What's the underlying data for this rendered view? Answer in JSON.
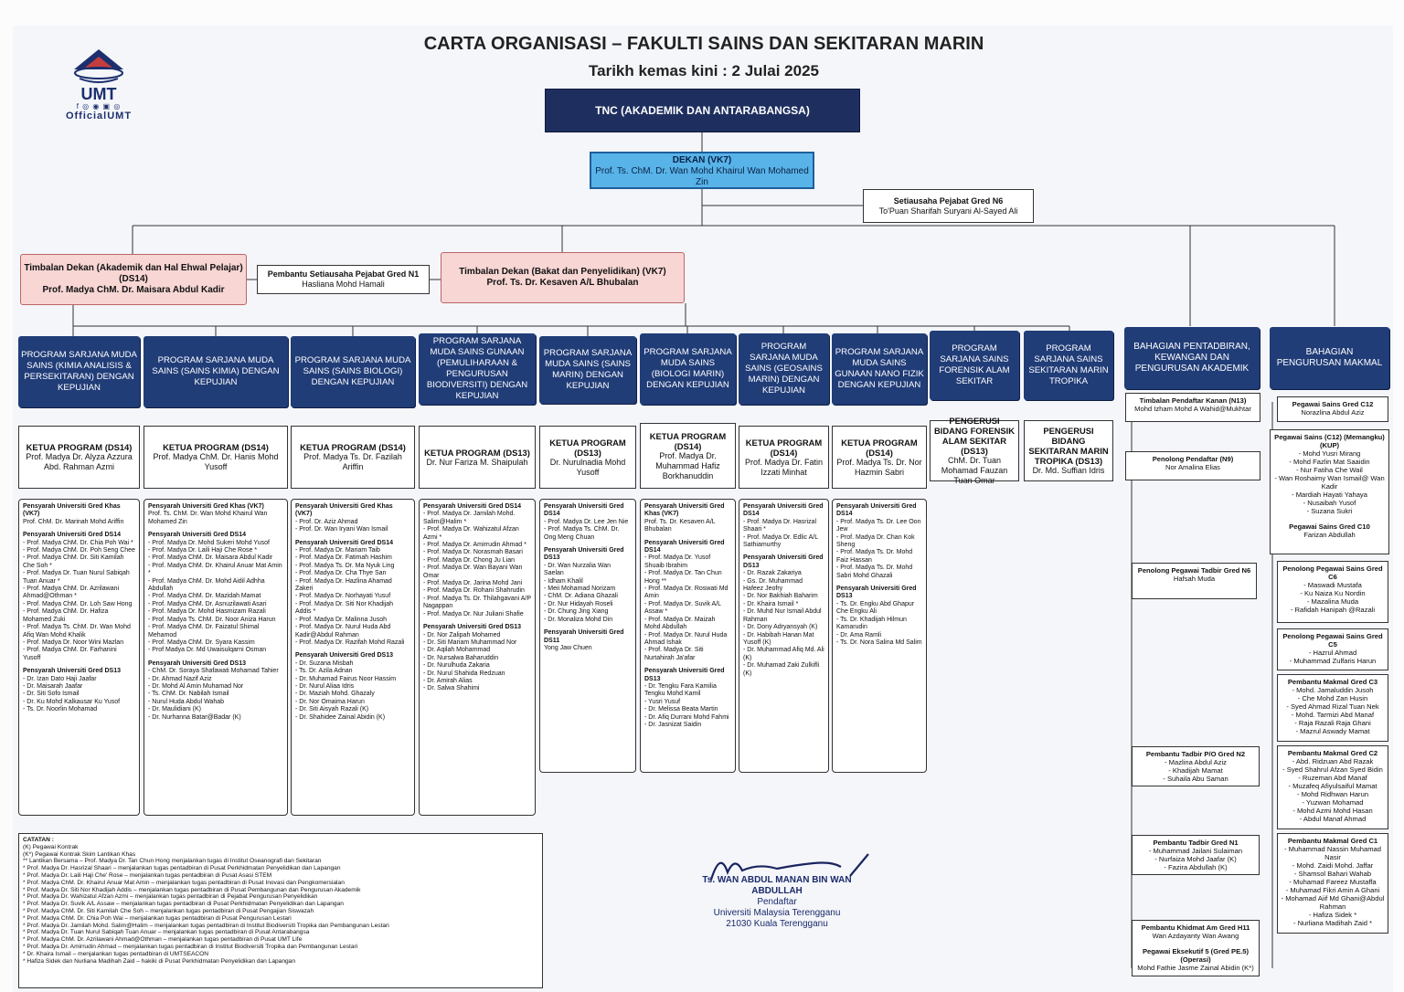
{
  "header": {
    "title": "CARTA ORGANISASI – FAKULTI SAINS DAN SEKITARAN MARIN",
    "date": "Tarikh kemas kini : 2 Julai 2025"
  },
  "logo": {
    "name": "UMT",
    "handle": "OfficialUMT",
    "icons": "f ◎ ◉ ▣ ◎"
  },
  "tnc": "TNC (AKADEMIK DAN ANTARABANGSA)",
  "dekan": {
    "title": "DEKAN (VK7)",
    "name": "Prof. Ts. ChM. Dr. Wan Mohd Khairul Wan Mohamed Zin"
  },
  "setiausaha": {
    "title": "Setiausaha Pejabat Gred N6",
    "name": "To'Puan Sharifah Suryani Al-Sayed Ali"
  },
  "td_akademik": {
    "title": "Timbalan Dekan (Akademik dan Hal Ehwal Pelajar) (DS14)",
    "name": "Prof. Madya ChM. Dr. Maisara Abdul Kadir"
  },
  "pembantu_setiausaha": {
    "title": "Pembantu Setiausaha Pejabat Gred N1",
    "name": "Hasliana Mohd Hamali"
  },
  "td_bakat": {
    "title": "Timbalan Dekan (Bakat dan Penyelidikan) (VK7)",
    "name": "Prof. Ts. Dr. Kesaven A/L Bhubalan"
  },
  "programs": [
    {
      "name": "PROGRAM SARJANA MUDA SAINS (KIMIA ANALISIS & PERSEKITARAN) DENGAN KEPUJIAN",
      "ketua": {
        "title": "KETUA PROGRAM (DS14)",
        "name": "Prof. Madya Dr. Alyza Azzura Abd. Rahman Azmi"
      },
      "staff": [
        {
          "h": "Pensyarah Universiti Gred Khas (VK7)",
          "items": [
            "Prof. ChM. Dr. Marinah Mohd Ariffin"
          ]
        },
        {
          "h": "Pensyarah Universiti Gred DS14",
          "items": [
            "- Prof. Madya ChM. Dr. Chia Poh Wai *",
            "- Prof. Madya ChM. Dr. Poh Seng Chee",
            "- Prof. Madya ChM. Dr. Siti Kamilah Che Soh *",
            "- Prof. Madya Dr. Tuan Nurul Sabiqah Tuan Anuar *",
            "- Prof. Madya ChM. Dr. Azrilawani Ahmad@Othman *",
            "- Prof. Madya ChM. Dr. Loh Saw Hong",
            "- Prof. Madya ChM. Dr. Hafiza Mohamed Zuki",
            "- Prof. Madya Ts. ChM. Dr. Wan Mohd Afiq Wan Mohd Khalik",
            "- Prof. Madya Dr. Noor Wini Mazlan",
            "- Prof. Madya ChM. Dr. Farhanini Yusoff"
          ]
        },
        {
          "h": "Pensyarah Universiti Gred DS13",
          "items": [
            "- Dr. Izan Dato Haji Jaafar",
            "- Dr. Maisarah Jaafar",
            "- Dr. Siti Sofo Ismail",
            "- Dr. Ku Mohd Kalkausar Ku Yusof",
            "- Ts. Dr. Noorlin Mohamad"
          ]
        }
      ]
    },
    {
      "name": "PROGRAM SARJANA MUDA SAINS (SAINS KIMIA) DENGAN KEPUJIAN",
      "ketua": {
        "title": "KETUA PROGRAM (DS14)",
        "name": "Prof. Madya ChM. Dr. Hanis Mohd Yusoff"
      },
      "staff": [
        {
          "h": "Pensyarah Universiti Gred Khas (VK7)",
          "items": [
            "Prof. Ts. ChM. Dr. Wan Mohd Khairul Wan Mohamed Zin"
          ]
        },
        {
          "h": "Pensyarah Universiti Gred DS14",
          "items": [
            "- Prof. Madya Dr. Mohd Sukeri Mohd Yusof",
            "- Prof. Madya Dr. Laili Haji Che Rose *",
            "- Prof. Madya ChM. Dr. Maisara Abdul Kadir",
            "- Prof. Madya ChM. Dr. Khairul Anuar Mat Amin *",
            "- Prof. Madya ChM. Dr. Mohd Aidil Adhha Abdullah",
            "- Prof. Madya ChM. Dr. Mazidah Mamat",
            "- Prof. Madya ChM. Dr. Asnuzilawati Asari",
            "- Prof. Madya Dr. Mohd Hasmizam Razali",
            "- Prof. Madya Ts. ChM. Dr. Noor Aniza Harun",
            "- Prof. Madya ChM. Dr. Faizatul Shimal Mehamod",
            "- Prof. Madya ChM. Dr. Syara Kassim",
            "- Prof Madya Dr. Md Uwaisulqarni Osman"
          ]
        },
        {
          "h": "Pensyarah Universiti Gred DS13",
          "items": [
            "- ChM. Dr. Soraya Shafawati Mohamad Tahier",
            "- Dr. Ahmad Nazif Aziz",
            "- Dr. Mohd Al Amin Muhamad Nor",
            "- Ts. ChM. Dr. Nabilah Ismail",
            "- Nurul Huda Abdul Wahab",
            "- Dr. Maulidiani (K)",
            "- Dr. Nurhanna Batar@Badar (K)"
          ]
        }
      ]
    },
    {
      "name": "PROGRAM SARJANA MUDA SAINS (SAINS BIOLOGI) DENGAN KEPUJIAN",
      "ketua": {
        "title": "KETUA PROGRAM (DS14)",
        "name": "Prof. Madya Ts. Dr. Fazilah Ariffin"
      },
      "staff": [
        {
          "h": "Pensyarah Universiti Gred Khas (VK7)",
          "items": [
            "- Prof. Dr. Aziz Ahmad",
            "- Prof. Dr. Wan Iryani Wan Ismail"
          ]
        },
        {
          "h": "Pensyarah Universiti Gred DS14",
          "items": [
            "- Prof. Madya Dr. Mariam Taib",
            "- Prof. Madya Dr. Fatimah Hashim",
            "- Prof. Madya Ts. Dr. Ma Nyuk Ling",
            "- Prof. Madya Dr. Cha Thye San",
            "- Prof. Madya Dr. Hazlina Ahamad Zakeri",
            "- Prof. Madya Dr. Norhayati Yusuf",
            "- Prof. Madya Dr. Siti Nor Khadijah Addis *",
            "- Prof. Madya Dr. Malinna Jusoh",
            "- Prof. Madya Dr. Nurul Huda Abd Kadir@Abdul Rahman",
            "- Prof. Madya Dr. Razifah Mohd Razali"
          ]
        },
        {
          "h": "Pensyarah Universiti Gred DS13",
          "items": [
            "- Dr. Suzana Misbah",
            "- Ts. Dr. Azila Adnan",
            "- Dr. Muhamad Fairus Noor Hassim",
            "- Dr. Nurul Aliaa Idris",
            "- Dr. Maziah Mohd. Ghazaly",
            "- Dr. Nor Omaima Harun",
            "- Dr. Siti Aisyah Razali (K)",
            "- Dr. Shahidee Zainal Abidin (K)"
          ]
        }
      ]
    },
    {
      "name": "PROGRAM SARJANA MUDA SAINS GUNAAN (PEMULIHARAAN & PENGURUSAN BIODIVERSITI) DENGAN KEPUJIAN",
      "ketua": {
        "title": "KETUA PROGRAM (DS13)",
        "name": "Dr. Nur Fariza M. Shaipulah"
      },
      "staff": [
        {
          "h": "Pensyarah Universiti Gred DS14",
          "items": [
            "- Prof. Madya Dr. Jamilah Mohd. Salim@Halim *",
            "- Prof. Madya Dr. Wahizatul Afzan Azmi *",
            "- Prof. Madya Dr. Amirrudin Ahmad *",
            "- Prof. Madya Dr. Norasmah Basari",
            "- Prof. Madya Dr. Chong Ju Lian",
            "- Prof. Madya Dr. Wan Bayani Wan Omar",
            "- Prof. Madya Dr. Jarina Mohd Jani",
            "- Prof. Madya Dr. Rohani Shahrudin",
            "- Prof. Madya Ts. Dr. Thilahgavani A/P Nagappan",
            "- Prof. Madya Dr. Nur Juliani Shafie"
          ]
        },
        {
          "h": "Pensyarah Universiti Gred DS13",
          "items": [
            "- Dr. Nor Zalipah Mohamed",
            "- Dr. Siti Mariam Muhammad Nor",
            "- Dr. Aqilah Mohammad",
            "- Dr. Nursalwa Baharuddin",
            "- Dr. Nurulhuda Zakaria",
            "- Dr. Nurul Shahida Redzuan",
            "- Dr. Amirah Alias",
            "- Dr. Salwa Shahimi"
          ]
        }
      ]
    },
    {
      "name": "PROGRAM SARJANA MUDA SAINS (SAINS MARIN) DENGAN KEPUJIAN",
      "ketua": {
        "title": "KETUA PROGRAM (DS13)",
        "name": "Dr. Nurulnadia Mohd Yusoff"
      },
      "staff": [
        {
          "h": "Pensyarah Universiti Gred DS14",
          "items": [
            "- Prof. Madya Dr. Lee Jen Nie",
            "- Prof. Madya Ts. ChM. Dr. Ong Meng Chuan"
          ]
        },
        {
          "h": "Pensyarah Universiti Gred DS13",
          "items": [
            "- Dr. Wan Nurzalia Wan Saelan",
            "- Idham Khalil",
            "- Meii Mohamad Norizam",
            "- ChM. Dr. Adiana Ghazali",
            "- Dr. Nur Hidayah Roseli",
            "- Dr. Chung Jing Xiang",
            "- Dr. Monaliza Mohd Din"
          ]
        },
        {
          "h": "Pensyarah Universiti Gred DS11",
          "items": [
            "Yong Jaw Chuen"
          ]
        }
      ]
    },
    {
      "name": "PROGRAM SARJANA MUDA SAINS (BIOLOGI MARIN) DENGAN KEPUJIAN",
      "ketua": {
        "title": "KETUA PROGRAM (DS14)",
        "name": "Prof. Madya Dr. Muhammad Hafiz Borkhanuddin"
      },
      "staff": [
        {
          "h": "Pensyarah Universiti Gred Khas (VK7)",
          "items": [
            "Prof. Ts. Dr. Kesaven A/L Bhubalan"
          ]
        },
        {
          "h": "Pensyarah Universiti Gred DS14",
          "items": [
            "- Prof. Madya Dr. Yusof Shuaib Ibrahim",
            "- Prof. Madya Dr. Tan Chun Hong **",
            "- Prof. Madya Dr. Roswati Md Amin",
            "- Prof. Madya Dr. Suvik A/L Assaw *",
            "- Prof. Madya Dr. Maizah Mohd Abdullah",
            "- Prof. Madya Dr. Nurul Huda Ahmad Ishak",
            "- Prof. Madya Dr. Siti Nurtahirah Ja'afar"
          ]
        },
        {
          "h": "Pensyarah Universiti Gred DS13",
          "items": [
            "- Dr. Tengku Fara Kamilia Tengku Mohd Kamil",
            "- Yusri Yusuf",
            "- Dr. Melissa Beata Martin",
            "- Dr. Afiq Durrani Mohd Fahmi",
            "- Dr. Jasnizat Saidin"
          ]
        }
      ]
    },
    {
      "name": "PROGRAM SARJANA MUDA SAINS (GEOSAINS MARIN) DENGAN KEPUJIAN",
      "ketua": {
        "title": "KETUA PROGRAM (DS14)",
        "name": "Prof. Madya Dr. Fatin Izzati Minhat"
      },
      "staff": [
        {
          "h": "Pensyarah Universiti Gred DS14",
          "items": [
            "- Prof. Madya Dr. Hasrizal Shaari *",
            "- Prof. Madya Dr. Edlic A/L Sathiamurthy"
          ]
        },
        {
          "h": "Pensyarah Universiti Gred DS13",
          "items": [
            "- Dr. Razak Zakariya",
            "- Gs. Dr. Muhammad Hafeez Jeofry",
            "- Dr. Nor Bakhiah Baharim",
            "- Dr. Khaira Ismail *",
            "- Dr. Muhd Nur Ismail Abdul Rahman",
            "- Dr. Dony Adryansyah (K)",
            "- Dr. Habibah Hanan Mat Yusoff (K)",
            "- Dr. Muhammad Afiq Md. Ali (K)",
            "- Dr. Muhamad Zaki Zulkifli (K)"
          ]
        }
      ]
    },
    {
      "name": "PROGRAM SARJANA MUDA SAINS GUNAAN NANO FIZIK DENGAN KEPUJIAN",
      "ketua": {
        "title": "KETUA PROGRAM (DS14)",
        "name": "Prof. Madya Ts. Dr. Nor Hazmin Sabri"
      },
      "staff": [
        {
          "h": "Pensyarah Universiti Gred DS14",
          "items": [
            "- Prof. Madya Ts. Dr. Lee Oon Jew",
            "- Prof. Madya Dr. Chan Kok Sheng",
            "- Prof. Madya Ts. Dr. Mohd Faiz Hassan",
            "- Prof. Madya Ts. Dr. Mohd Sabri Mohd Ghazali"
          ]
        },
        {
          "h": "Pensyarah Universiti Gred DS13",
          "items": [
            "- Ts. Dr. Engku Abd Ghapur Che Engku Ali",
            "- Ts. Dr. Khadijah Hilmun Kamarudin",
            "- Dr. Ama Ramli",
            "- Ts. Dr. Nora Salina Md Salim"
          ]
        }
      ]
    },
    {
      "name": "PROGRAM SARJANA SAINS FORENSIK ALAM SEKITAR",
      "ketua": {
        "title": "PENGERUSI BIDANG FORENSIK ALAM SEKITAR (DS13)",
        "name": "ChM. Dr. Tuan Mohamad Fauzan Tuan Omar"
      },
      "staff": []
    },
    {
      "name": "PROGRAM SARJANA SAINS SEKITARAN MARIN TROPIKA",
      "ketua": {
        "title": "PENGERUSI BIDANG SEKITARAN MARIN TROPIKA (DS13)",
        "name": "Dr. Md. Suffian Idris"
      },
      "staff": []
    }
  ],
  "admin": {
    "name": "BAHAGIAN PENTADBIRAN, KEWANGAN DAN PENGURUSAN AKADEMIK",
    "boxes": [
      {
        "h": "Timbalan Pendaftar Kanan (N13)",
        "items": [
          "Mohd Izham Mohd A Wahid@Mukhtar"
        ]
      },
      {
        "h": "Penolong Pendaftar (N9)",
        "items": [
          "Nor Amalina Elias"
        ]
      },
      {
        "h": "Penolong Pegawai Tadbir Gred N6",
        "items": [
          "Hafsah Muda"
        ]
      },
      {
        "h": "Pembantu Tadbir P/O Gred N2",
        "items": [
          "- Mazlina Abdul Aziz",
          "- Khadijah Mamat",
          "- Suhaila Abu Saman"
        ]
      },
      {
        "h": "Pembantu Tadbir Gred N1",
        "items": [
          "- Muhammad Jailani Sulaiman",
          "- Nurfaiza Mohd Jaafar (K)",
          "- Fazira Abdullah (K)"
        ]
      },
      {
        "h": "Pembantu Khidmat Am Gred H11",
        "items": [
          "Wan Azdayanty Wan Awang"
        ],
        "h2": "Pegawai Eksekutif 5 (Gred PE.5) (Operasi)",
        "items2": [
          "Mohd Fathie Jasme Zainal Abidin (K*)"
        ]
      }
    ]
  },
  "makmal": {
    "name": "BAHAGIAN PENGURUSAN MAKMAL",
    "boxes": [
      {
        "h": "Pegawai Sains Gred C12",
        "items": [
          "Norazlina Abdul Aziz"
        ]
      },
      {
        "h": "Pegawai Sains (C12) (Memangku) (KUP)",
        "items": [
          "- Mohd Yusri Mirang",
          "- Mohd Fazlin Mat Saaidin",
          "- Nur Fatiha Che Wail",
          "- Wan Roshaimy Wan Ismail@ Wan Kadir",
          "- Mardiah Hayati Yahaya",
          "- Nusaibah Yusof",
          "- Suzana Sukri"
        ],
        "h2": "Pegawai Sains Gred C10",
        "items2": [
          "Farizan Abdullah"
        ]
      },
      {
        "h": "Penolong Pegawai Sains Gred C6",
        "items": [
          "- Maswadi Mustafa",
          "- Ku Naiza Ku Nordin",
          "- Mazalina Muda",
          "- Rafidah Hanipah @Razali"
        ]
      },
      {
        "h": "Penolong Pegawai Sains Gred C5",
        "items": [
          "- Hazrul Ahmad",
          "- Muhammad Zulfaris Harun"
        ]
      },
      {
        "h": "Pembantu Makmal Gred C3",
        "items": [
          "- Mohd. Jamaluddin Jusoh",
          "- Che Mohd Zan Husin",
          "- Syed Ahmad Rizal Tuan Nek",
          "- Mohd. Tarmizi Abd Manaf",
          "- Raja Razali Raja Ghani",
          "- Mazrul Aswady Mamat"
        ]
      },
      {
        "h": "Pembantu Makmal Gred C2",
        "items": [
          "- Abd. Ridzuan Abd Razak",
          "- Syed Shahrul Afzan Syed Bidin",
          "- Ruzeman Abd Manaf",
          "- Muzafeq Afiyulsaiful Mamat",
          "- Mohd Ridhwan Harun",
          "- Yuzwan Mohamad",
          "- Mohd Azmi Mohd Hasan",
          "- Abdul Manaf Ahmad"
        ]
      },
      {
        "h": "Pembantu Makmal Gred C1",
        "items": [
          "- Muhammad Nassin Muhamad Nasir",
          "- Mohd. Zaidi Mohd. Jaffar",
          "- Shamsol Bahari Wahab",
          "- Muhamad Fareez Mustaffa",
          "- Muhamad Fikri Amin A Ghani",
          "- Mohamad Aiif Md Ghani@Abdul Rahman",
          "- Hafiza Sidek *",
          "- Nurliana Madihah Zaid *"
        ]
      }
    ]
  },
  "notes": {
    "title": "CATATAN :",
    "lines": [
      "(K)    Pegawai Kontrak",
      "(K*)   Pegawai Kontrak Skim Lantikan Khas",
      "**     Lantikan Bersama – Prof. Madya Dr. Tan Chun Hong menjalankan tugas di Institut Oseanografi dan Sekitaran",
      "*      Prof. Madya Dr. Hasrizal Shaari – menjalankan tugas pentadbiran di Pusat Perkhidmatan Penyelidikan dan Lapangan",
      "*      Prof. Madya Dr. Laili Haji Che' Rose – menjalankan tugas pentadbiran di Pusat Asasi STEM",
      "*      Prof. Madya ChM. Dr. Khairul Anuar Mat Amin – menjalankan tugas pentadbiran di Pusat Inovasi dan Pengkomersialan",
      "*      Prof. Madya Dr. Siti Nor Khadijah Addis – menjalankan tugas pentadbiran di Pusat Pembangunan dan Pengurusan Akademik",
      "*      Prof. Madya Dr. Wahizatul Afzan Azmi – menjalankan tugas pentadbiran di Pejabat Pengurusan Penyelidikan",
      "*      Prof. Madya Dr. Suvik A/L Assaw – menjalankan tugas pentadbiran di Pusat Perkhidmatan Penyelidikan dan Lapangan",
      "*      Prof. Madya ChM. Dr. Siti Kamilah Che Soh – menjalankan tugas pentadbiran di Pusat Pengajian Siswazah",
      "*      Prof. Madya ChM. Dr. Chia Poh Wai – menjalankan tugas pentadbiran di Pusat Pengurusan Lestari",
      "*      Prof. Madya Dr. Jamilah Mohd. Salim@Halim – menjalankan tugas pentadbiran di Institut Biodiversiti Tropika dan Pembangunan Lestari",
      "*      Prof. Madya Dr. Tuan Nurul Sabiqah Tuan Anuar – menjalankan tugas pentadbiran di Pusat Antarabangsa",
      "*      Prof. Madya ChM. Dr. Azrilawani Ahmad@Othman – menjalankan tugas pentadbiran di Pusat UMT Life",
      "*      Prof. Madya Dr. Amirrudin Ahmad – menjalankan tugas pentadbiran di Institut Biodiversiti Tropika dan Pembangunan Lestari",
      "*      Dr. Khaira Ismail – menjalankan tugas pentadbiran di UMTSEACON",
      "*      Hafiza Sidek dan Nurliana Madihah Zaid – hakiki di Pusat Perkhidmatan Penyelidikan dan Lapangan"
    ]
  },
  "signature": {
    "name": "Ts. WAN ABDUL MANAN BIN WAN ABDULLAH",
    "role": "Pendaftar",
    "org": "Universiti Malaysia Terengganu",
    "addr": "21030 Kuala Terengganu"
  }
}
